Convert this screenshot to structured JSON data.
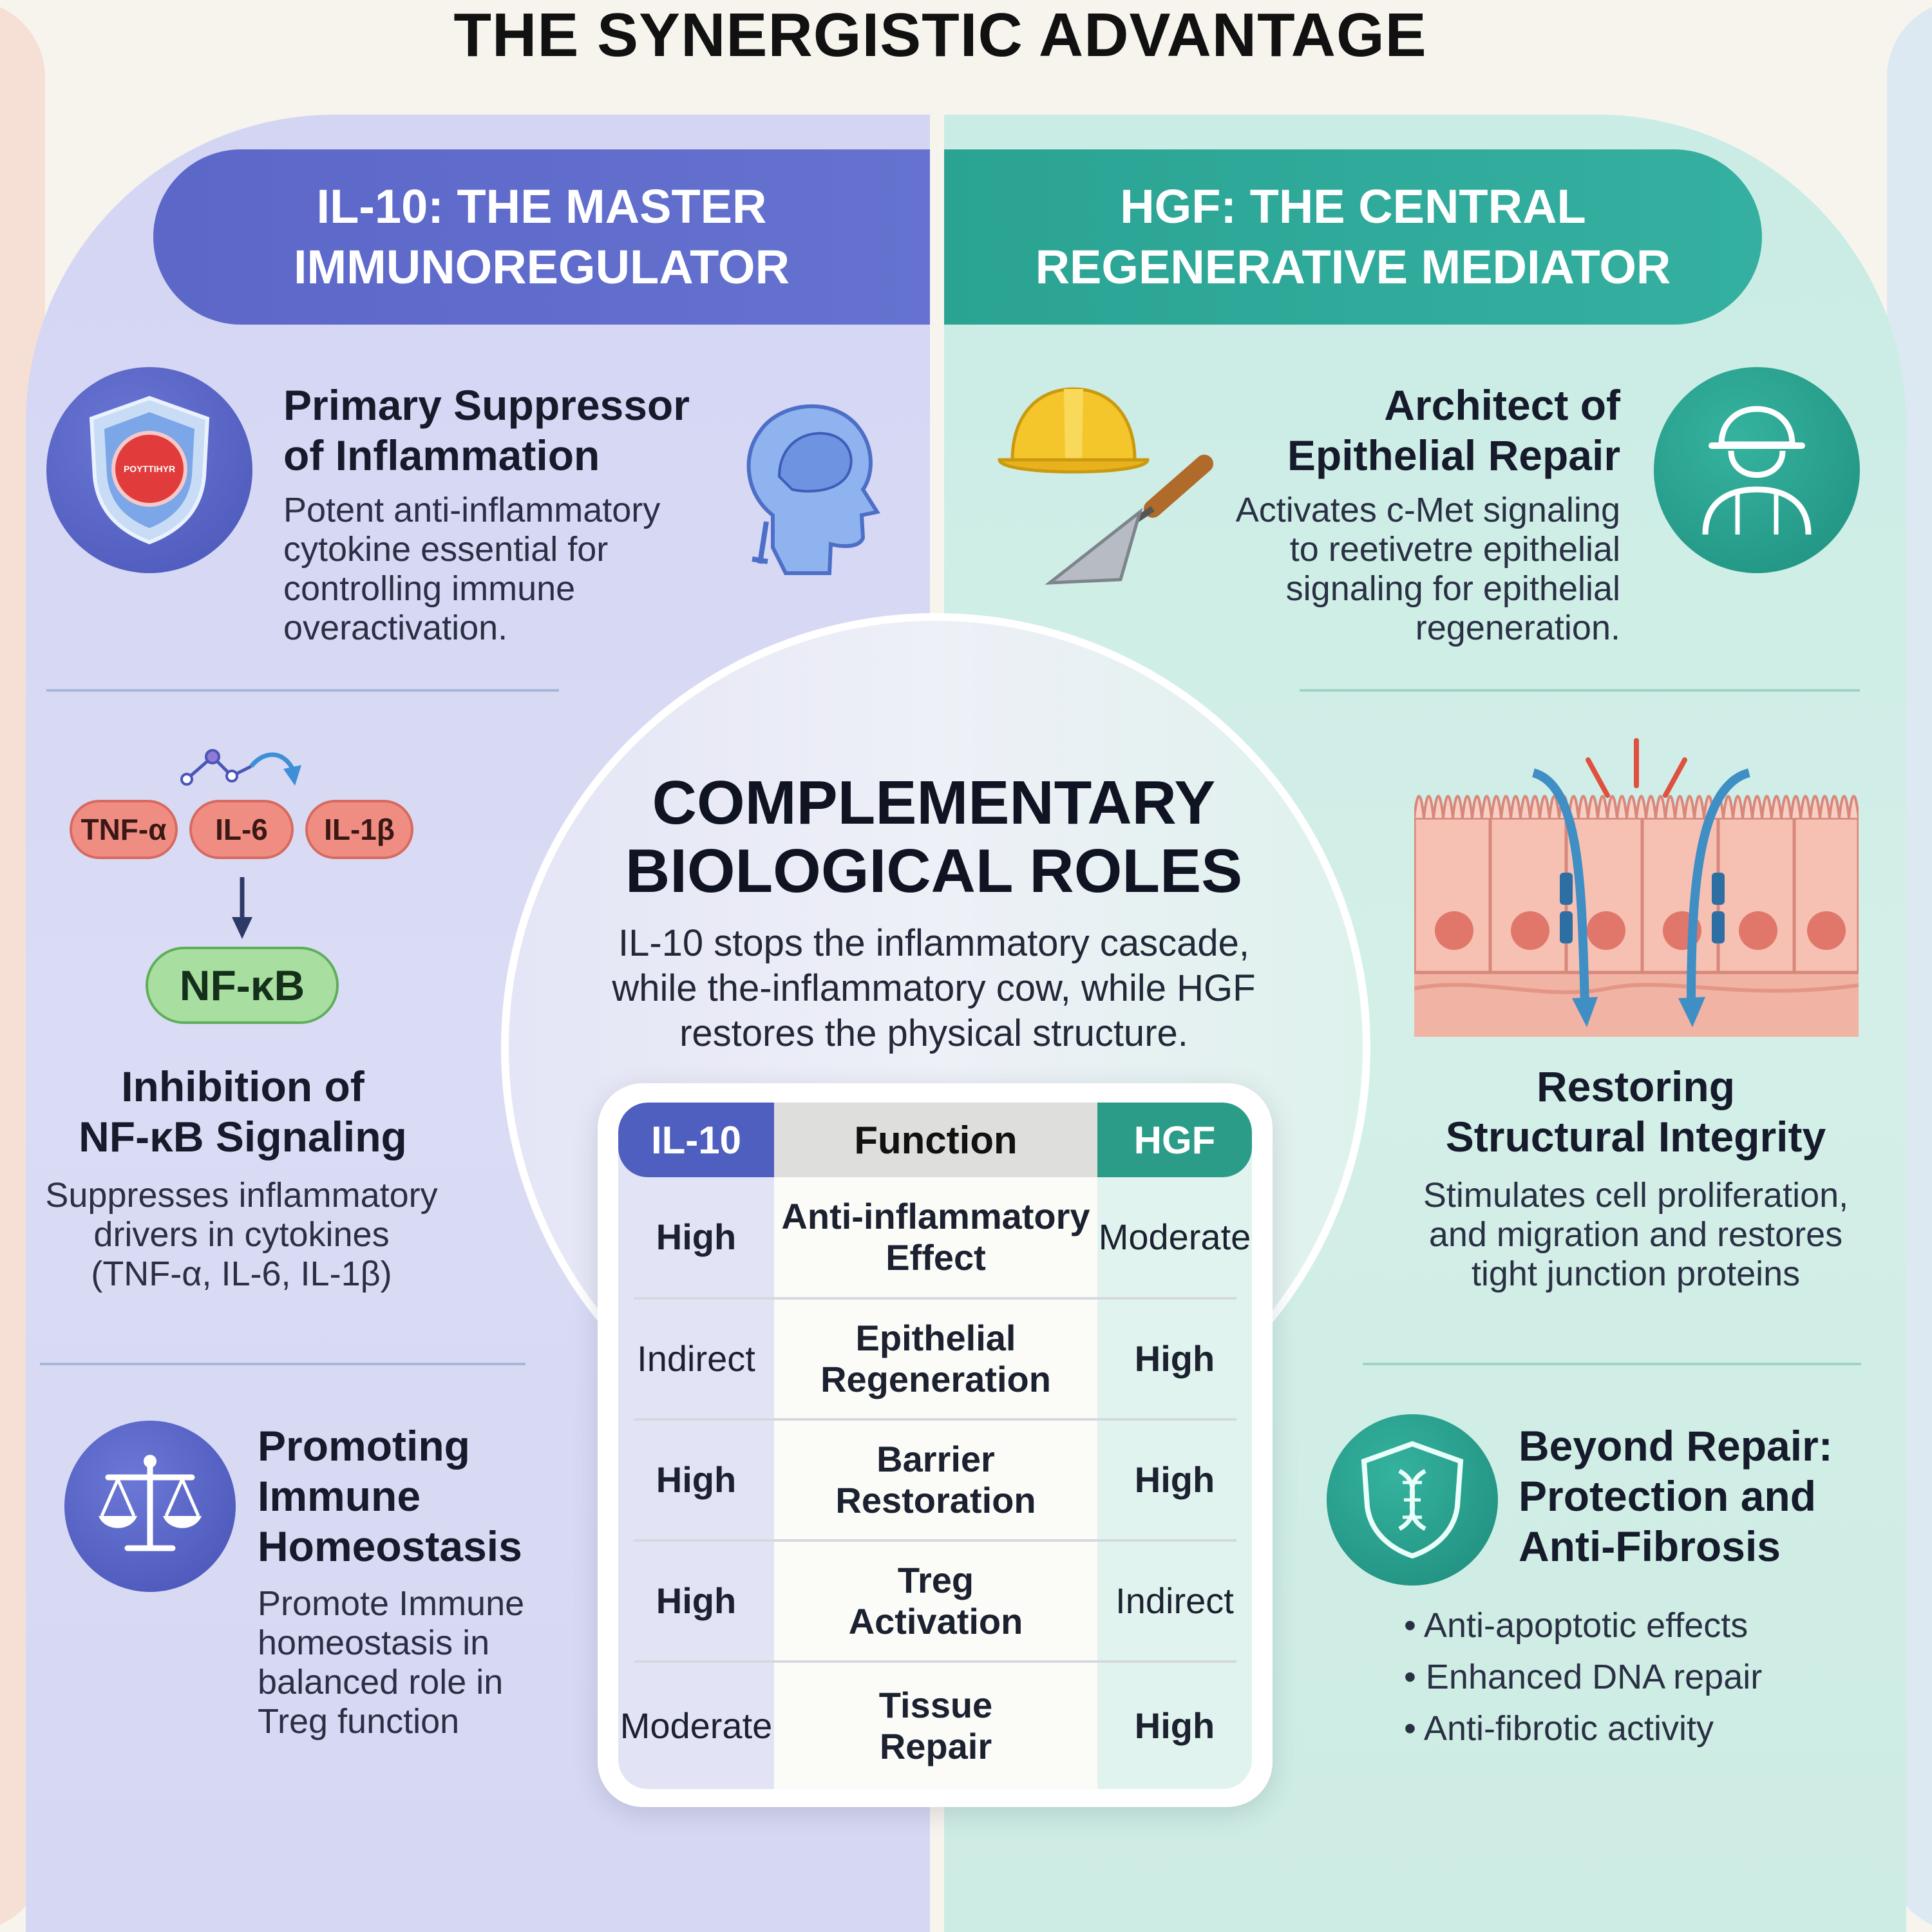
{
  "title": "THE SYNERGISTIC ADVANTAGE",
  "banners": {
    "left": "IL-10: THE MASTER\nIMMUNOREGULATOR",
    "right": "HGF: THE CENTRAL\nREGENERATIVE MEDIATOR"
  },
  "left_sections": {
    "primary": {
      "title": "Primary Suppressor\nof Inflammation",
      "body": "Potent anti-inflammatory\ncytokine essential for\ncontrolling immune\noveractivation.",
      "shield_label": "POYTTIHYR"
    },
    "nfkb": {
      "pills": [
        "TNF-α",
        "IL-6",
        "IL-1β"
      ],
      "target": "NF-κB",
      "title": "Inhibition of\nNF-κB Signaling",
      "body": "Suppresses inflammatory\ndrivers in cytokines\n(TNF-α, IL-6, IL-1β)"
    },
    "homeostasis": {
      "title": "Promoting\nImmune\nHomeostasis",
      "body": "Promote Immune\nhomeostasis in\nbalanced role in\nTreg function"
    }
  },
  "right_sections": {
    "architect": {
      "title": "Architect of\nEpithelial Repair",
      "body": "Activates c-Met signaling\nto reetivetre epithelial\nsignaling for epithelial\nregeneration."
    },
    "integrity": {
      "title": "Restoring\nStructural Integrity",
      "body": "Stimulates cell proliferation,\nand migration and restores\ntight junction proteins"
    },
    "beyond": {
      "title": "Beyond Repair:\nProtection and\nAnti-Fibrosis",
      "bullets": [
        "• Anti-apoptotic effects",
        "• Enhanced DNA repair",
        "• Anti-fibrotic activity"
      ]
    }
  },
  "center": {
    "title": "COMPLEMENTARY\nBIOLOGICAL ROLES",
    "body": "IL-10 stops the inflammatory cascade,\nwhile the-inflammatory cow, while HGF\nrestores the physical structure."
  },
  "table": {
    "headers": [
      "IL-10",
      "Function",
      "HGF"
    ],
    "rows": [
      {
        "il10": "High",
        "function": "Anti-inflammatory\nEffect",
        "hgf": "Moderate"
      },
      {
        "il10": "Indirect",
        "function": "Epithelial\nRegeneration",
        "hgf": "High"
      },
      {
        "il10": "High",
        "function": "Barrier\nRestoration",
        "hgf": "High"
      },
      {
        "il10": "High",
        "function": "Treg\nActivation",
        "hgf": "Indirect"
      },
      {
        "il10": "Moderate",
        "function": "Tissue\nRepair",
        "hgf": "High"
      }
    ]
  },
  "colors": {
    "il10_accent": "#5c67c8",
    "hgf_accent": "#2aa393",
    "cytokine_pill": "#f08d82",
    "nfkb_pill": "#a8dfa0"
  },
  "icons": [
    "shield-icon",
    "head-profile-icon",
    "hard-hat-icon",
    "trowel-icon",
    "worker-icon",
    "pathway-arrow-icon",
    "down-arrow-icon",
    "epithelium-illustration",
    "scales-icon",
    "dna-shield-icon"
  ]
}
